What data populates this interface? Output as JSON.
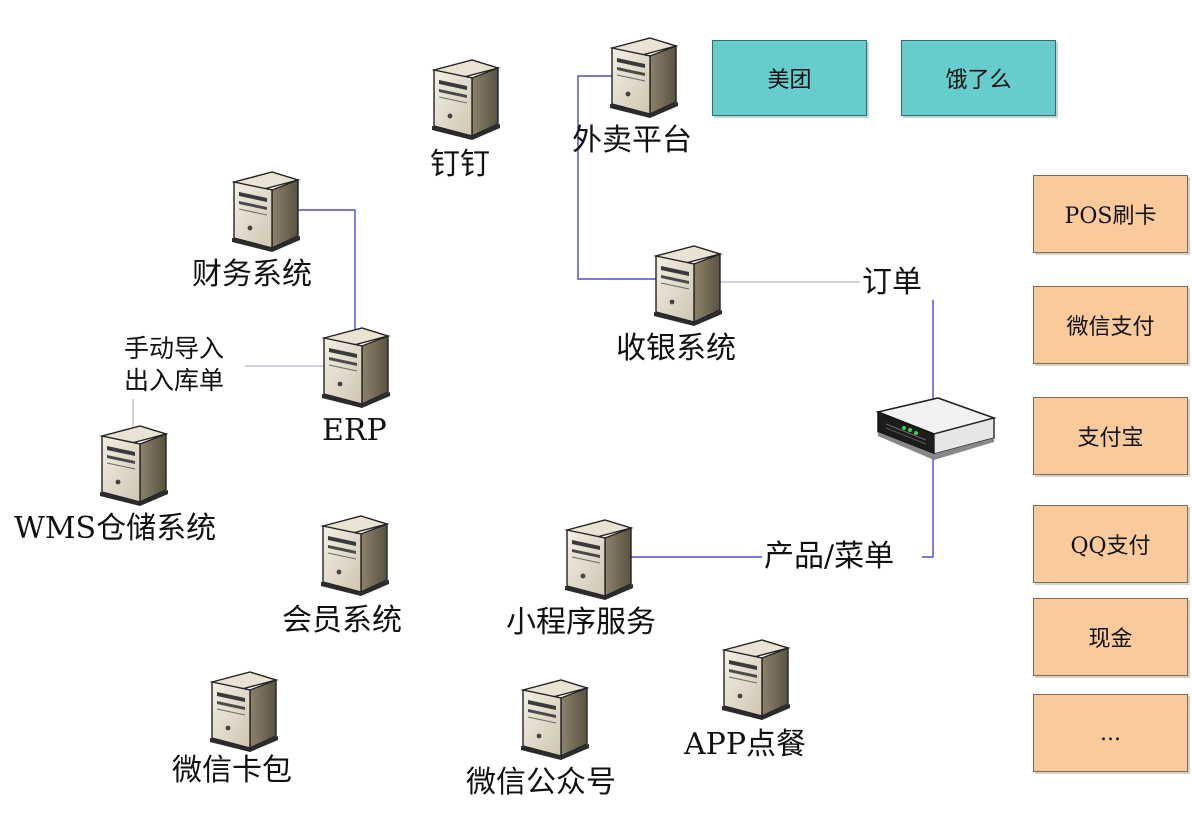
{
  "colors": {
    "delivery_box_fill": "#66CCCC",
    "payment_box_fill": "#F9CB9C",
    "connector_line": "#2B2BC8",
    "connector_line_faint": "#B7B7C7"
  },
  "server_icon": "server-tower-icon",
  "router_icon": "network-router-icon",
  "nodes": {
    "dingtalk": "钉钉",
    "takeout_platform": "外卖平台",
    "finance": "财务系统",
    "erp": "ERP",
    "cashier": "收银系统",
    "wms": "WMS仓储系统",
    "member": "会员系统",
    "mini_program": "小程序服务",
    "wechat_card": "微信卡包",
    "wechat_official": "微信公众号",
    "app_order": "APP点餐"
  },
  "connector_labels": {
    "manual_import_line1": "手动导入",
    "manual_import_line2": "出入库单",
    "order": "订单",
    "product_menu": "产品/菜单"
  },
  "delivery_platforms": [
    "美团",
    "饿了么"
  ],
  "payment_methods": [
    "POS刷卡",
    "微信支付",
    "支付宝",
    "QQ支付",
    "现金",
    "..."
  ]
}
